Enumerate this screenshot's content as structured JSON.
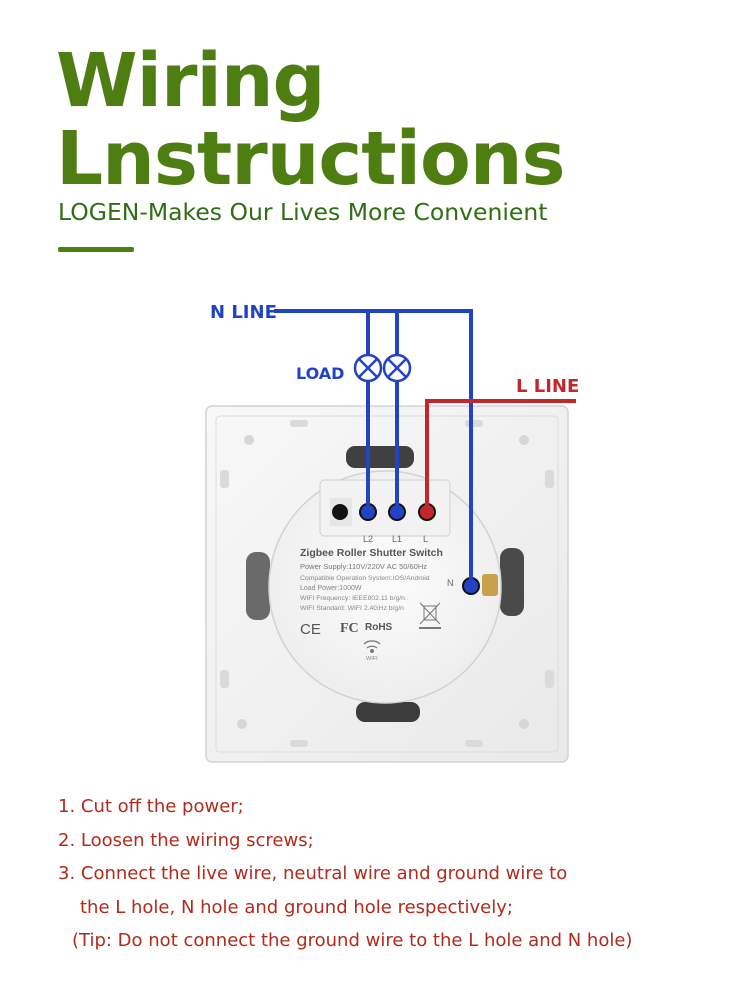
{
  "header": {
    "title_line1": "Wiring",
    "title_line2": "Lnstructions",
    "subtitle": "LOGEN-Makes Our Lives More Convenient",
    "accent_color": "#4e7d12"
  },
  "diagram": {
    "n_line_label": "N LINE",
    "l_line_label": "L LINE",
    "load_label": "LOAD",
    "n_wire_color": "#2243c4",
    "l_wire_color": "#c4272b",
    "terminals": [
      "L2",
      "L1",
      "L",
      "N"
    ],
    "product_label": {
      "name": "Zigbee Roller Shutter Switch",
      "power_supply": "Power Supply:110V/220V AC  50/60Hz",
      "compatible": "Compatible Operation System:IOS/Android",
      "load_power": "Load Power:1000W",
      "wifi_frequency": "WIFI Frequency: IEEE802.11 b/g/n",
      "wifi_standard": "WIFI Standard: WIFI 2.4GHz b/g/n",
      "ce_mark": "CE",
      "fc_mark": "FC",
      "rohs_mark": "RoHS",
      "wifi_mark": "WIFI"
    }
  },
  "instructions": {
    "step1": "1. Cut off the power;",
    "step2": "2. Loosen the wiring screws;",
    "step3": "3. Connect the live wire, neutral wire and ground wire to",
    "step3_cont": "the L hole, N hole and ground hole respectively;",
    "tip": "(Tip: Do not connect the ground wire to the L hole and N hole)",
    "text_color": "#b22a1c"
  }
}
